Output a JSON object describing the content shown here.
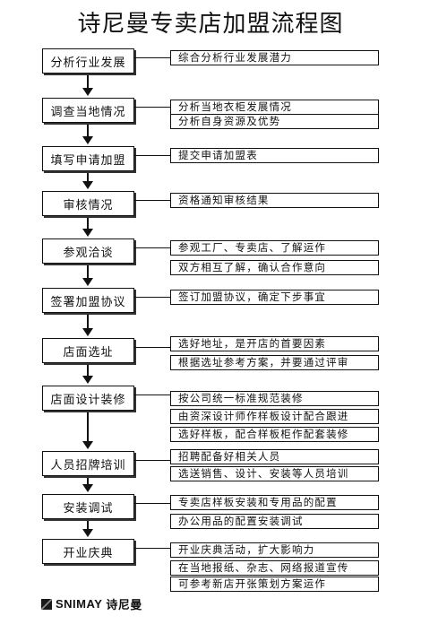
{
  "title": "诗尼曼专卖店加盟流程图",
  "steps": [
    {
      "label": "分析行业发展",
      "notes": [
        "综合分析行业发展潜力"
      ]
    },
    {
      "label": "调查当地情况",
      "notes": [
        "分析当地衣柜发展情况",
        "分析自身资源及优势"
      ]
    },
    {
      "label": "填写申请加盟",
      "notes": [
        "提交申请加盟表"
      ]
    },
    {
      "label": "审核情况",
      "notes": [
        "资格通知审核结果"
      ]
    },
    {
      "label": "参观洽谈",
      "notes": [
        "参观工厂、专卖店、了解运作",
        "双方相互了解，确认合作意向"
      ]
    },
    {
      "label": "签署加盟协议",
      "notes": [
        "签订加盟协议，确定下步事宜"
      ]
    },
    {
      "label": "店面选址",
      "notes": [
        "选好地址，是开店的首要因素",
        "根据选址参考方案，并要通过评审"
      ]
    },
    {
      "label": "店面设计装修",
      "notes": [
        "按公司统一标准规范装修",
        "由资深设计师作样板设计配合跟进",
        "选好样板，配合样板柜作配套装修"
      ]
    },
    {
      "label": "人员招牌培训",
      "notes": [
        "招聘配备好相关人员",
        "选送销售、设计、安装等人员培训"
      ]
    },
    {
      "label": "安装调试",
      "notes": [
        "专卖店样板安装和专用品的配置",
        "办公用品的配置安装调试"
      ]
    },
    {
      "label": "开业庆典",
      "notes": [
        "开业庆典活动，扩大影响力",
        "在当地报纸、杂志、网络报道宣传",
        "可参考新店开张策划方案运作"
      ]
    }
  ],
  "footer": {
    "brand_en": "SNIMAY",
    "brand_cn": "诗尼曼"
  }
}
